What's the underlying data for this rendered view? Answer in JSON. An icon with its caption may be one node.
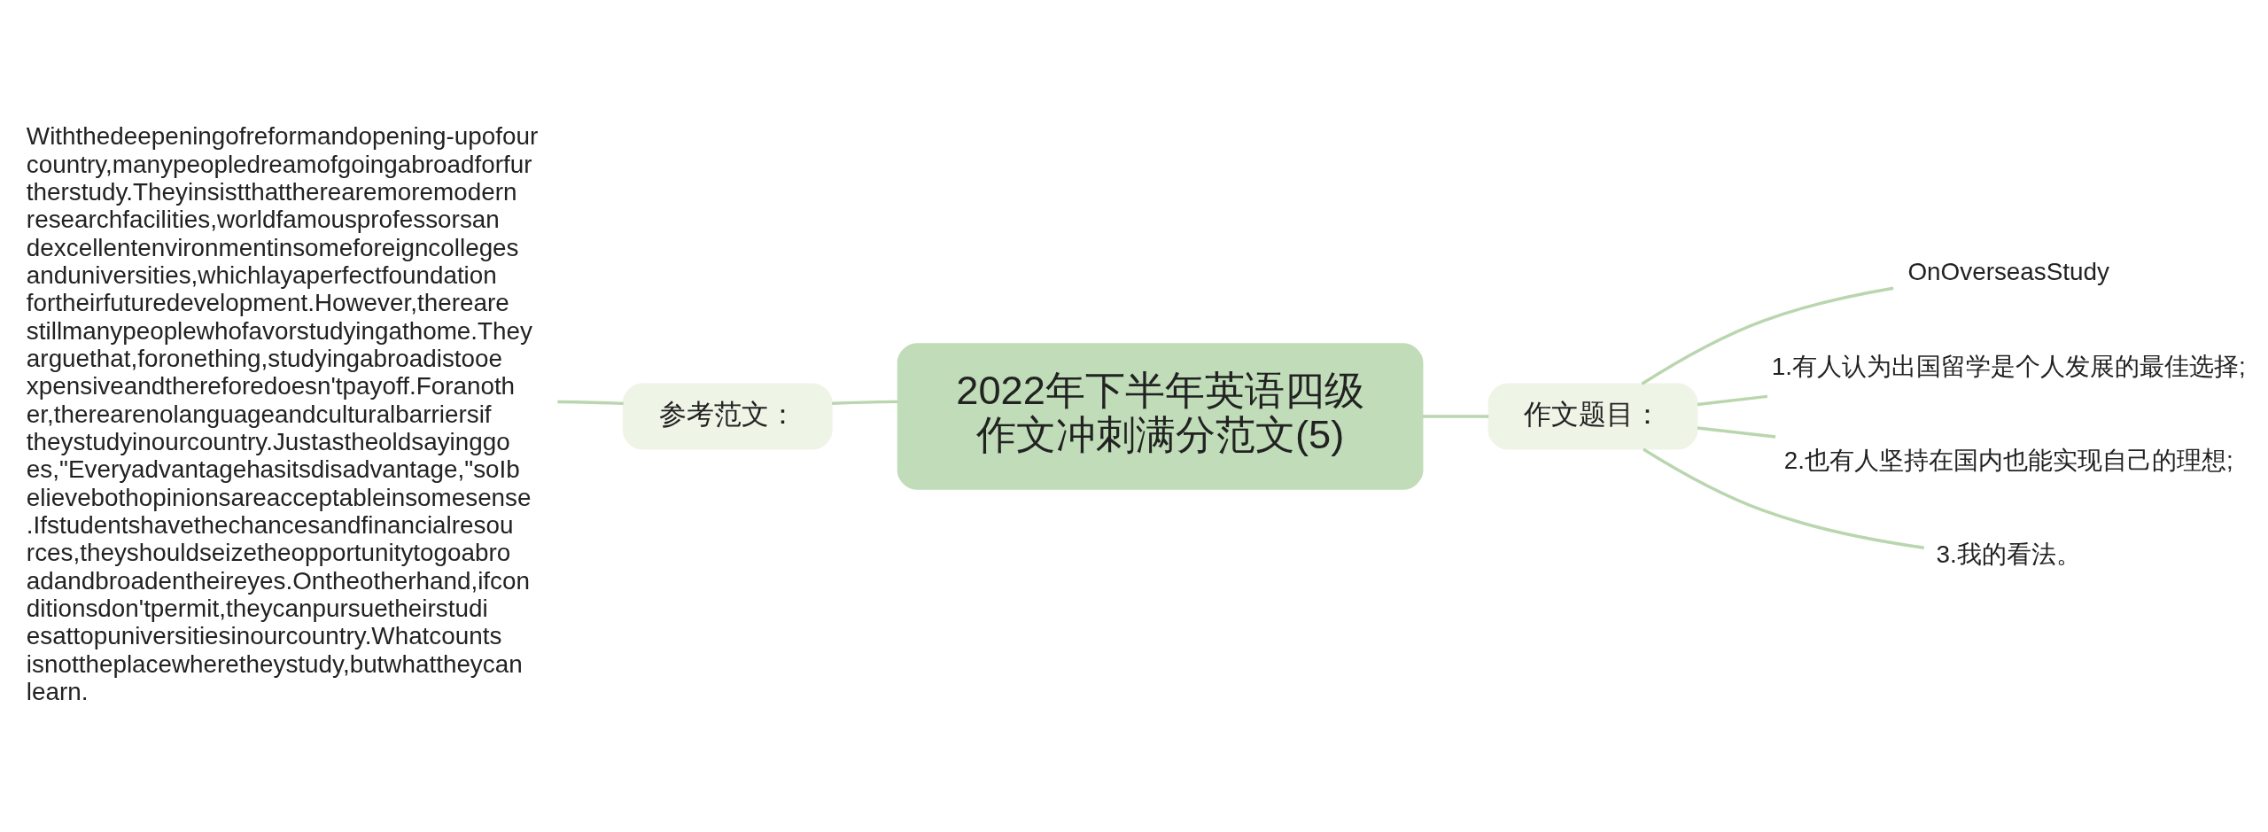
{
  "diagram": {
    "nodes": [
      {
        "text": [
          "2022年下半年英语四级作文冲刺满分范文(5)"
        ]
      },
      {
        "text": [
          "参考范文："
        ]
      },
      {
        "text": [
          "Withthedeepeningofreformandopening-upofourcountry,manypeopledreamofgoingabroadforfurtherstudy.Theyinsistthattherearemoremodernresearchfacilities,worldfamousprofessorsandexcellentenvironmentinsomeforeigncollegesanduniversities,whichlayaperfectfoundationfortheirfuturedevelopment.However,therearestillmanypeoplewhofavorstudyingathome.Theyarguethat,foronething,studyingabroadistooexpensiveandthereforedoesn'tpayoff.Foranother,therearenolanguageandculturalbarriersiftheystudyinourcountry.Justastheoldsayinggoes,\"Everyadvantagehasitsdisadvantage,\"soIbelievebothopinionsareacceptableinsomesense.Ifstudentshavethechancesandfinancialresources,theyshouldseizetheopportunitytogoabroadandbroadentheireyes.Ontheotherhand,ifconditionsdon'tpermit,theycanpursuetheirstudiesattopuniversitiesinourcountry.Whatcountsisnottheplacewheretheystudy,butwhattheycanlearn."
        ]
      },
      {
        "text": [
          "作文题目："
        ]
      },
      {
        "text": [
          "OnOverseasStudy"
        ]
      },
      {
        "text": [
          "1.有人认为出国留学是个人发展的最佳选择;"
        ]
      },
      {
        "text": [
          "2.也有人坚持在国内也能实现自己的理想;"
        ]
      },
      {
        "text": [
          "3.我的看法。"
        ]
      }
    ],
    "edges": [
      {
        "from": 0,
        "to": 1,
        "arrow": "none"
      },
      {
        "from": 1,
        "to": 2,
        "arrow": "none"
      },
      {
        "from": 0,
        "to": 3,
        "arrow": "none"
      },
      {
        "from": 3,
        "to": 4,
        "arrow": "none"
      },
      {
        "from": 3,
        "to": 5,
        "arrow": "none"
      },
      {
        "from": 3,
        "to": 6,
        "arrow": "none"
      },
      {
        "from": 3,
        "to": 7,
        "arrow": "none"
      }
    ]
  }
}
